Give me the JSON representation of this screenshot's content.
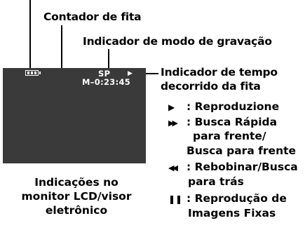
{
  "labels": {
    "tape_counter": "Contador de fita",
    "record_mode_indicator": "Indicador de modo de gravação",
    "elapsed_time_indicator_line1": "Indicador de tempo",
    "elapsed_time_indicator_line2": "decorrido da fita"
  },
  "screen": {
    "record_mode": "SP",
    "play_symbol": "▶",
    "counter": "M–0:23:45"
  },
  "legend": [
    {
      "symbol": "▶",
      "lines": [
        ": Reproduzione"
      ]
    },
    {
      "symbol": "▶▶",
      "lines": [
        ": Busca Rápida",
        "para frente/",
        "Busca para frente"
      ]
    },
    {
      "symbol": "◀◀",
      "lines": [
        ": Rebobinar/Busca",
        "para trás"
      ]
    },
    {
      "symbol": "❚❚",
      "lines": [
        ": Reprodução de",
        "Imagens Fixas"
      ]
    }
  ],
  "caption": {
    "line1": "Indicações no",
    "line2": "monitor LCD/visor",
    "line3": "eletrônico"
  }
}
